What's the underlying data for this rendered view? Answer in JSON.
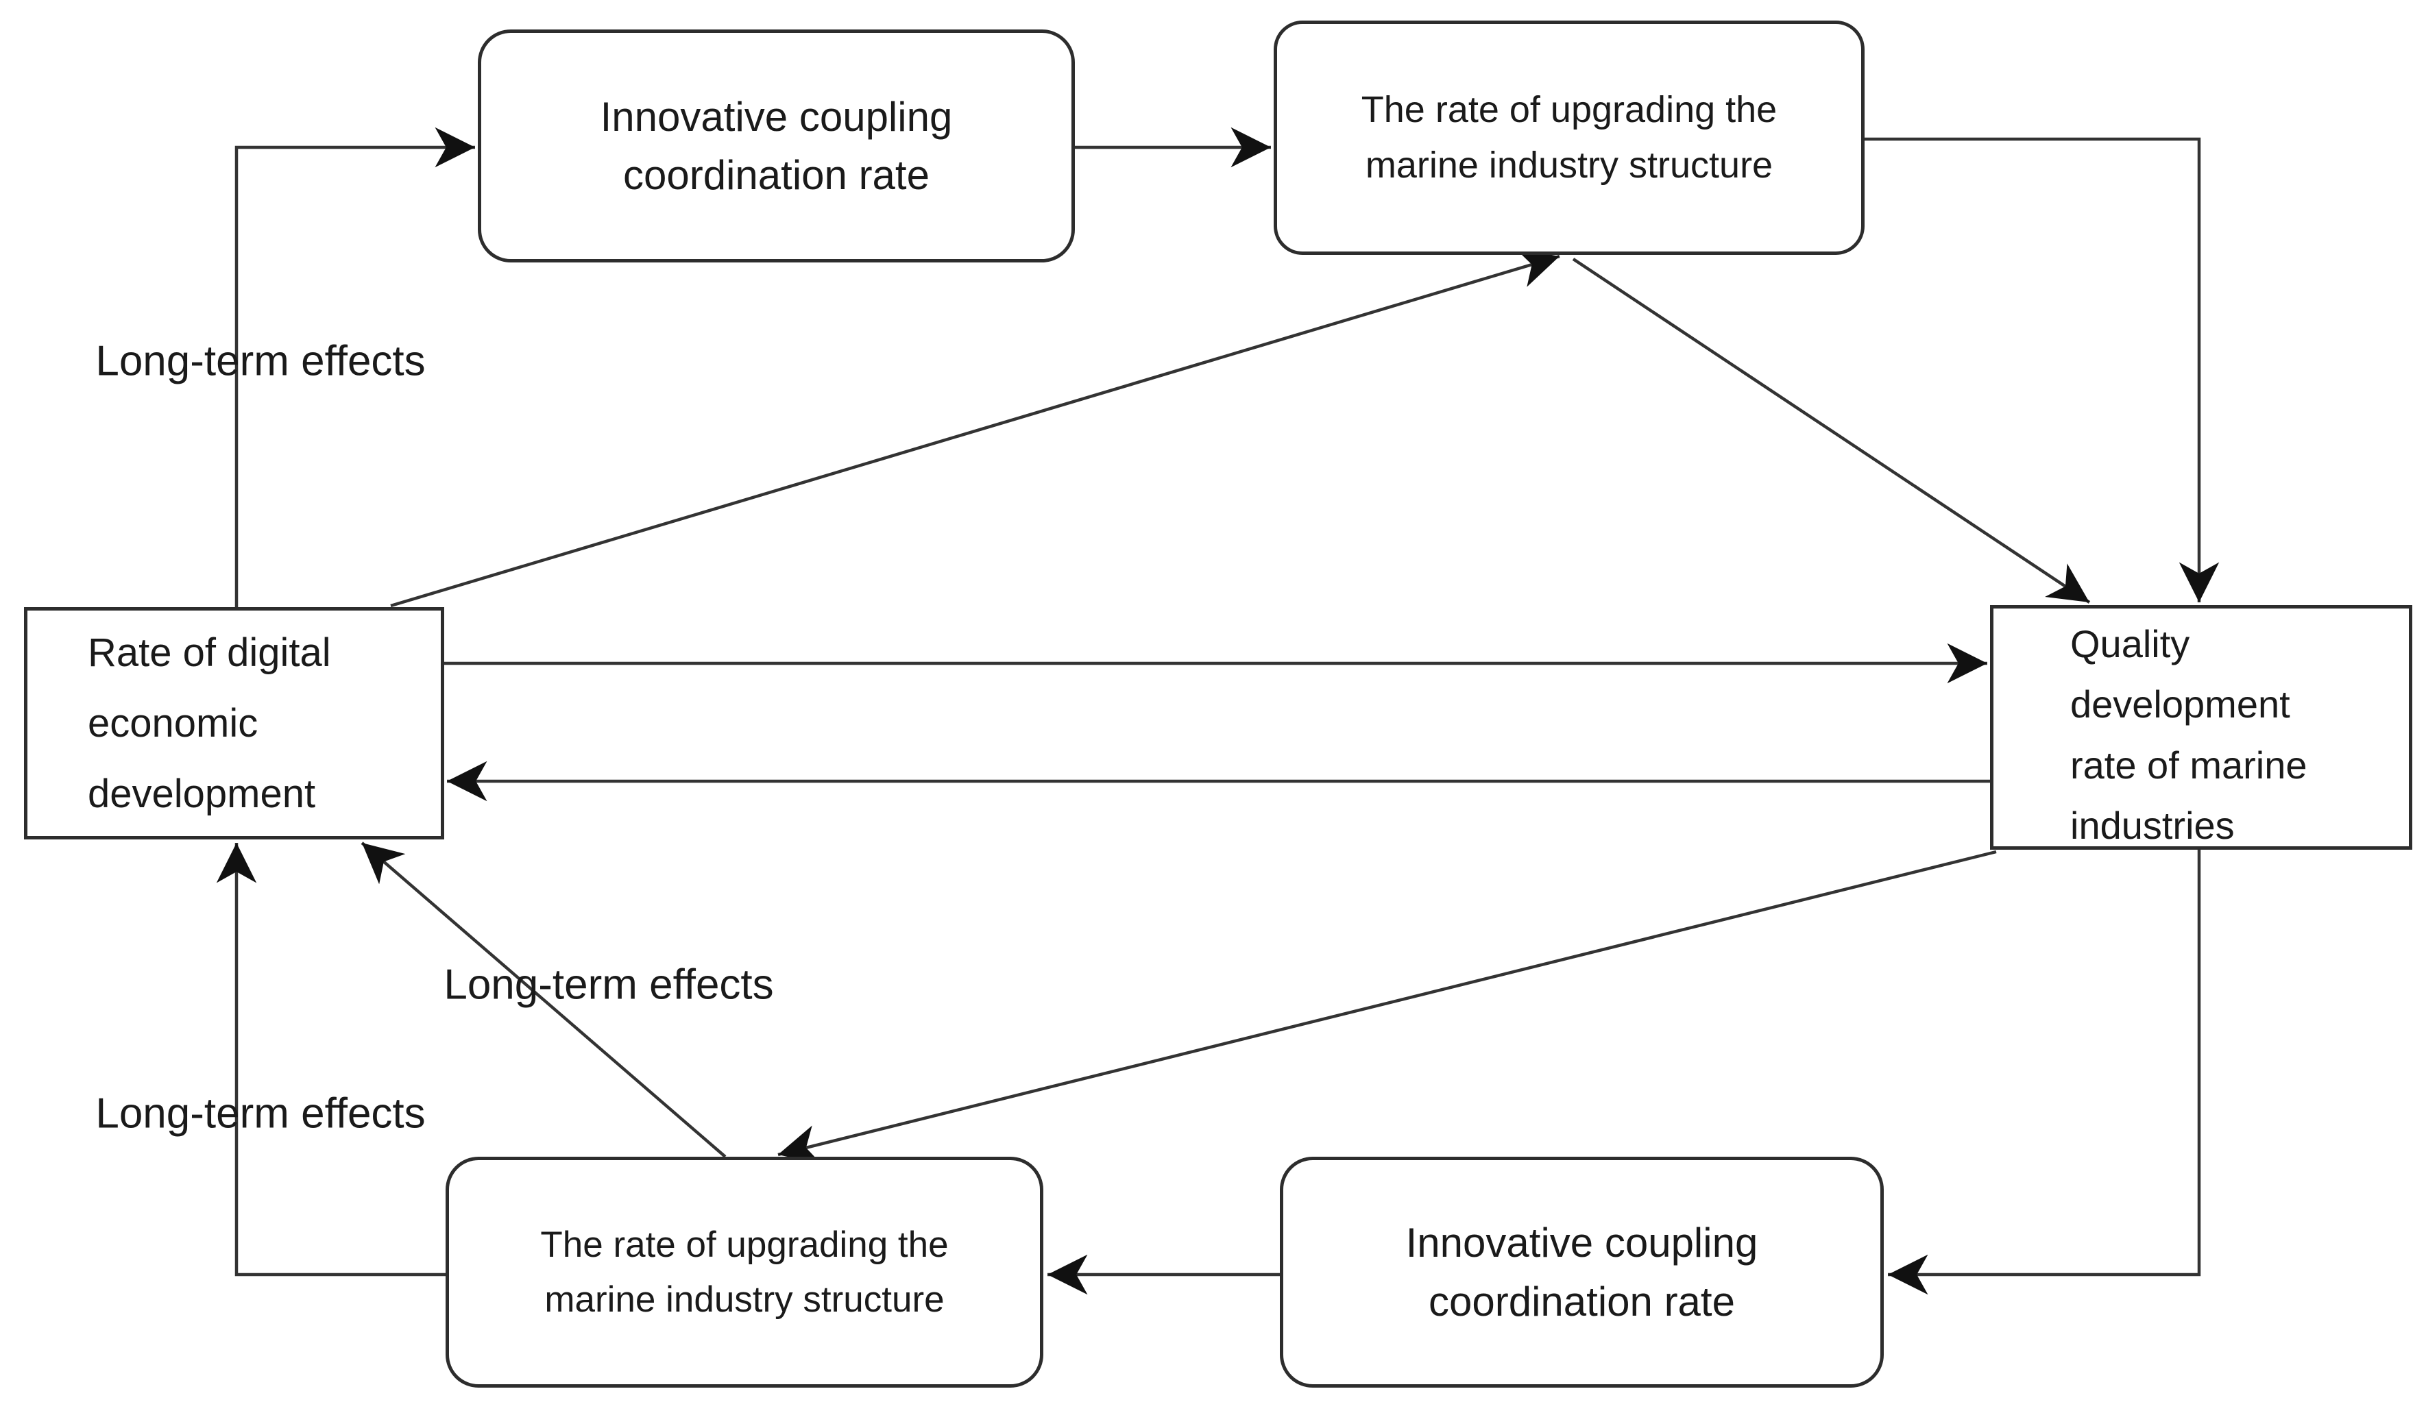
{
  "diagram": {
    "background_color": "#ffffff",
    "line_color": "#333333",
    "border_color": "#2d2d2d",
    "text_color": "#1a1a1a",
    "nodes": [
      {
        "id": "innovative-coupling-top",
        "shape": "rounded-rectangle",
        "label": "Innovative coupling\ncoordination rate"
      },
      {
        "id": "upgrading-marine-top",
        "shape": "rounded-rectangle",
        "label": "The rate of upgrading the\nmarine industry structure"
      },
      {
        "id": "digital-economic",
        "shape": "rectangle",
        "label": "Rate of digital\neconomic\ndevelopment"
      },
      {
        "id": "quality-marine",
        "shape": "rectangle",
        "label": "Quality\ndevelopment\nrate of marine\nindustries"
      },
      {
        "id": "upgrading-marine-bottom",
        "shape": "rounded-rectangle",
        "label": "The rate of upgrading the\nmarine industry structure"
      },
      {
        "id": "innovative-coupling-bottom",
        "shape": "rounded-rectangle",
        "label": "Innovative coupling\ncoordination rate"
      }
    ],
    "annotations": [
      {
        "id": "long-term-top-left",
        "text": "Long-term effects"
      },
      {
        "id": "long-term-middle",
        "text": "Long-term effects"
      },
      {
        "id": "long-term-bottom-left",
        "text": "Long-term effects"
      }
    ],
    "edges": [
      {
        "from": "digital-economic",
        "to": "innovative-coupling-top",
        "route": "up-then-right",
        "label": "Long-term effects"
      },
      {
        "from": "innovative-coupling-top",
        "to": "upgrading-marine-top",
        "route": "horizontal",
        "label": ""
      },
      {
        "from": "upgrading-marine-top",
        "to": "quality-marine",
        "route": "right-then-down",
        "label": ""
      },
      {
        "from": "upgrading-marine-top",
        "to": "quality-marine",
        "route": "diagonal",
        "label": ""
      },
      {
        "from": "digital-economic",
        "to": "upgrading-marine-top",
        "route": "diagonal",
        "label": ""
      },
      {
        "from": "digital-economic",
        "to": "quality-marine",
        "route": "horizontal",
        "label": ""
      },
      {
        "from": "quality-marine",
        "to": "digital-economic",
        "route": "horizontal",
        "label": ""
      },
      {
        "from": "quality-marine",
        "to": "upgrading-marine-bottom",
        "route": "diagonal",
        "label": ""
      },
      {
        "from": "upgrading-marine-bottom",
        "to": "digital-economic",
        "route": "diagonal",
        "label": "Long-term effects"
      },
      {
        "from": "quality-marine",
        "to": "innovative-coupling-bottom",
        "route": "down-then-left",
        "label": ""
      },
      {
        "from": "innovative-coupling-bottom",
        "to": "upgrading-marine-bottom",
        "route": "horizontal",
        "label": ""
      },
      {
        "from": "upgrading-marine-bottom",
        "to": "digital-economic",
        "route": "left-then-up",
        "label": "Long-term effects"
      }
    ]
  }
}
